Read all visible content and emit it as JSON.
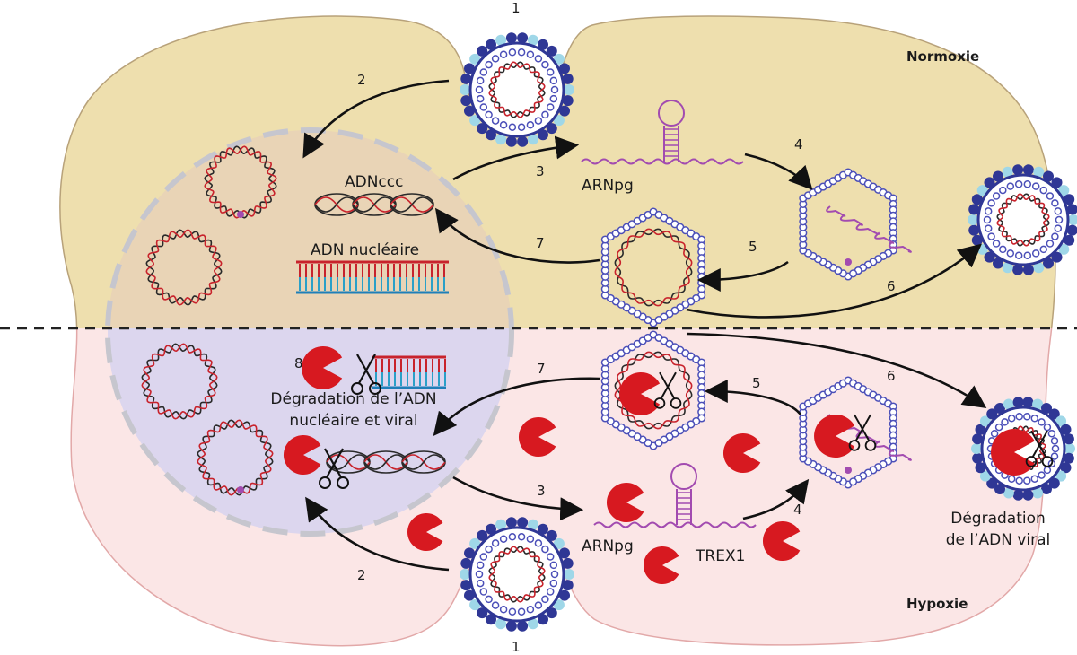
{
  "conditions": {
    "top": "Normoxie",
    "bottom": "Hypoxie"
  },
  "labels": {
    "adnccc": "ADNccc",
    "adn_nucleaire": "ADN nucléaire",
    "arnpg_top": "ARNpg",
    "arnpg_bottom": "ARNpg",
    "trex1": "TREX1",
    "degradation_nuc_line1": "Dégradation de l’ADN",
    "degradation_nuc_line2": "nucléaire et viral",
    "degradation_viral_line1": "Dégradation",
    "degradation_viral_line2": "de l’ADN viral"
  },
  "steps": {
    "n1_top": "1",
    "n2_top": "2",
    "n3_top": "3",
    "n4_top": "4",
    "n5_top": "5",
    "n6_top": "6",
    "n7_top": "7",
    "n1_bottom": "1",
    "n2_bottom": "2",
    "n3_bottom": "3",
    "n4_bottom": "4",
    "n5_bottom": "5",
    "n6_bottom": "6",
    "n7_bottom": "7",
    "n8_bottom": "8"
  },
  "colors": {
    "normoxia_bg": "#eedfae",
    "hypoxia_bg": "#fbe6e6",
    "nucleus_top": "#e9d4b6",
    "nucleus_bottom": "#dcd6ee",
    "trex1_red": "#d71920",
    "capsid_blue": "#4b4fb8",
    "envelope_blue": "#2f3795",
    "rna_purple": "#a24bb0"
  }
}
